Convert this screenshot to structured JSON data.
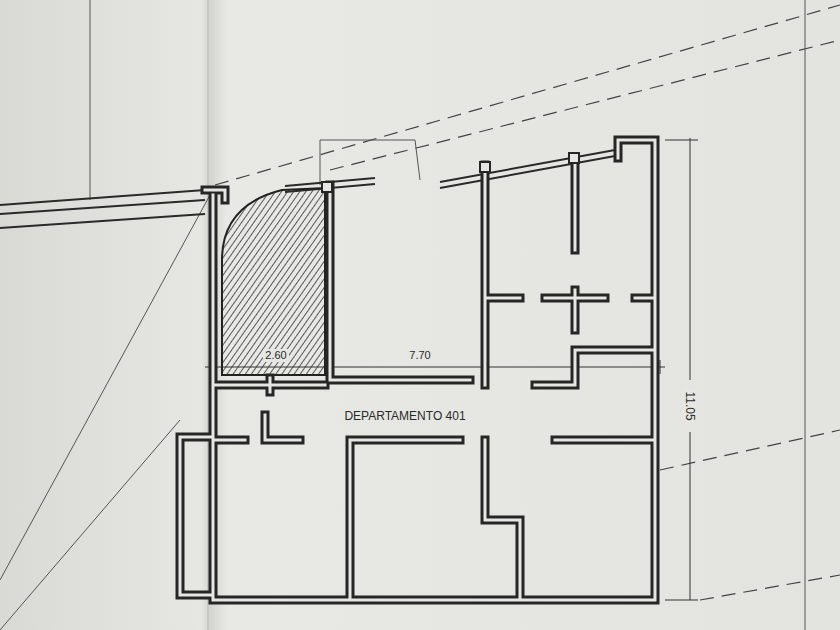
{
  "diagram": {
    "labels": [
      "2.60",
      "7.70",
      "DEPARTAMENTO 401",
      "11.05"
    ]
  }
}
